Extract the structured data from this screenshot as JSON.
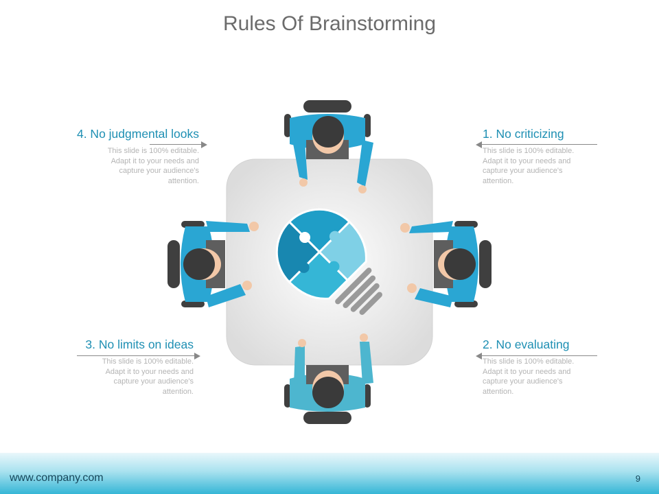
{
  "slide": {
    "title": "Rules Of Brainstorming",
    "rules": [
      {
        "heading": "1. No criticizing",
        "description": "This slide is 100% editable. Adapt it to your needs and capture your audience's attention."
      },
      {
        "heading": "2. No evaluating",
        "description": "This slide is 100% editable. Adapt it to your needs and capture your audience's attention."
      },
      {
        "heading": "3. No limits on ideas",
        "description": "This slide is 100% editable. Adapt it to your needs and capture your audience's attention."
      },
      {
        "heading": "4. No judgmental looks",
        "description": "This slide is 100% editable. Adapt it to your needs and capture your audience's attention."
      }
    ]
  },
  "footer": {
    "url": "www.company.com",
    "page_number": "9"
  },
  "colors": {
    "accent": "#1e8fb3",
    "shirt": "#2aa6d3",
    "puzzle": "#1f9ec7",
    "table": "#e6e6e6",
    "hair": "#3a3a3a",
    "chair": "#3f3f3f"
  },
  "illustration": {
    "icons": [
      "conference-table",
      "person-top-view",
      "puzzle-lightbulb-icon"
    ]
  }
}
